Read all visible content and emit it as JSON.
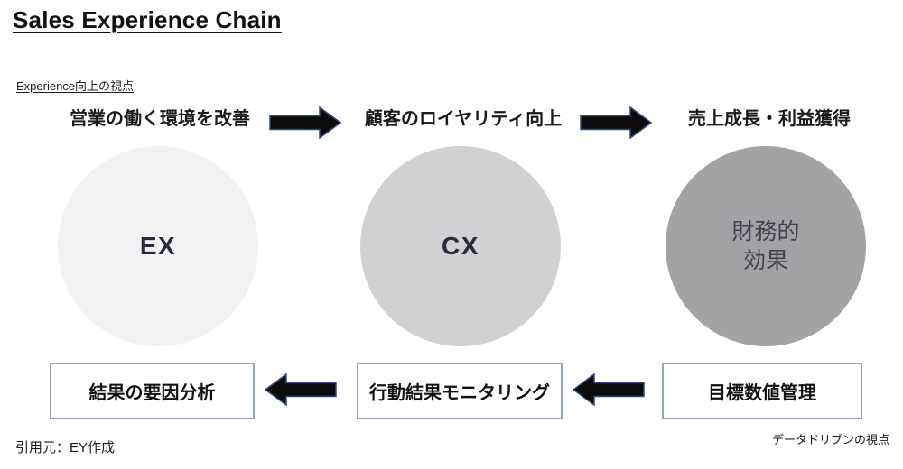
{
  "title": "Sales Experience Chain",
  "labels": {
    "top_perspective": "Experience向上の視点",
    "bottom_perspective": "データドリブンの視点",
    "source": "引用元：EY作成"
  },
  "flow": {
    "headers": [
      "営業の働く環境を改善",
      "顧客のロイヤリティ向上",
      "売上成長・利益獲得"
    ]
  },
  "circles": [
    {
      "label": "EX",
      "fill": "#F2F2F3",
      "text_color": "#262B3A"
    },
    {
      "label": "CX",
      "fill": "#D1D1D3",
      "text_color": "#262B3A"
    },
    {
      "label_line1": "財務的",
      "label_line2": "効果",
      "fill": "#A3A3A6",
      "text_color": "#3F4350"
    }
  ],
  "bottom_boxes": [
    {
      "label": "結果の要因分析"
    },
    {
      "label": "行動結果モニタリング"
    },
    {
      "label": "目標数値管理"
    }
  ],
  "colors": {
    "background": "#FFFFFF",
    "arrow_fill": "#0B0B0B",
    "arrow_outline": "#2F4878",
    "box_border": "#92A4C6",
    "heading_text": "#1A1A1A"
  }
}
